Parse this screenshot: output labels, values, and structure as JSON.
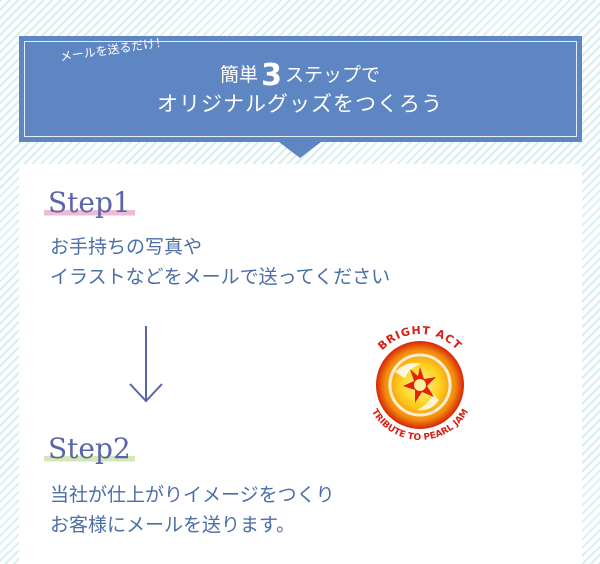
{
  "banner": {
    "tag": "メールを送るだけ！",
    "line1_pre": "簡単",
    "line1_num": "3",
    "line1_post": "ステップで",
    "line2": "オリジナルグッズをつくろう",
    "color": "#5d86c3"
  },
  "steps": [
    {
      "title": "Step1",
      "lines": [
        "お手持ちの写真や",
        "イラストなどをメールで送ってください"
      ]
    },
    {
      "title": "Step2",
      "lines": [
        "当社が仕上がりイメージをつくり",
        "お客様にメールを送ります。"
      ]
    }
  ],
  "logo": {
    "top_text": "BRIGHT ACT",
    "bottom_text": "TRIBUTE TO PEARL JAM"
  },
  "colors": {
    "title": "#5a64a8",
    "body_text": "#4a6ea8",
    "stripe": "#d7edf1"
  }
}
